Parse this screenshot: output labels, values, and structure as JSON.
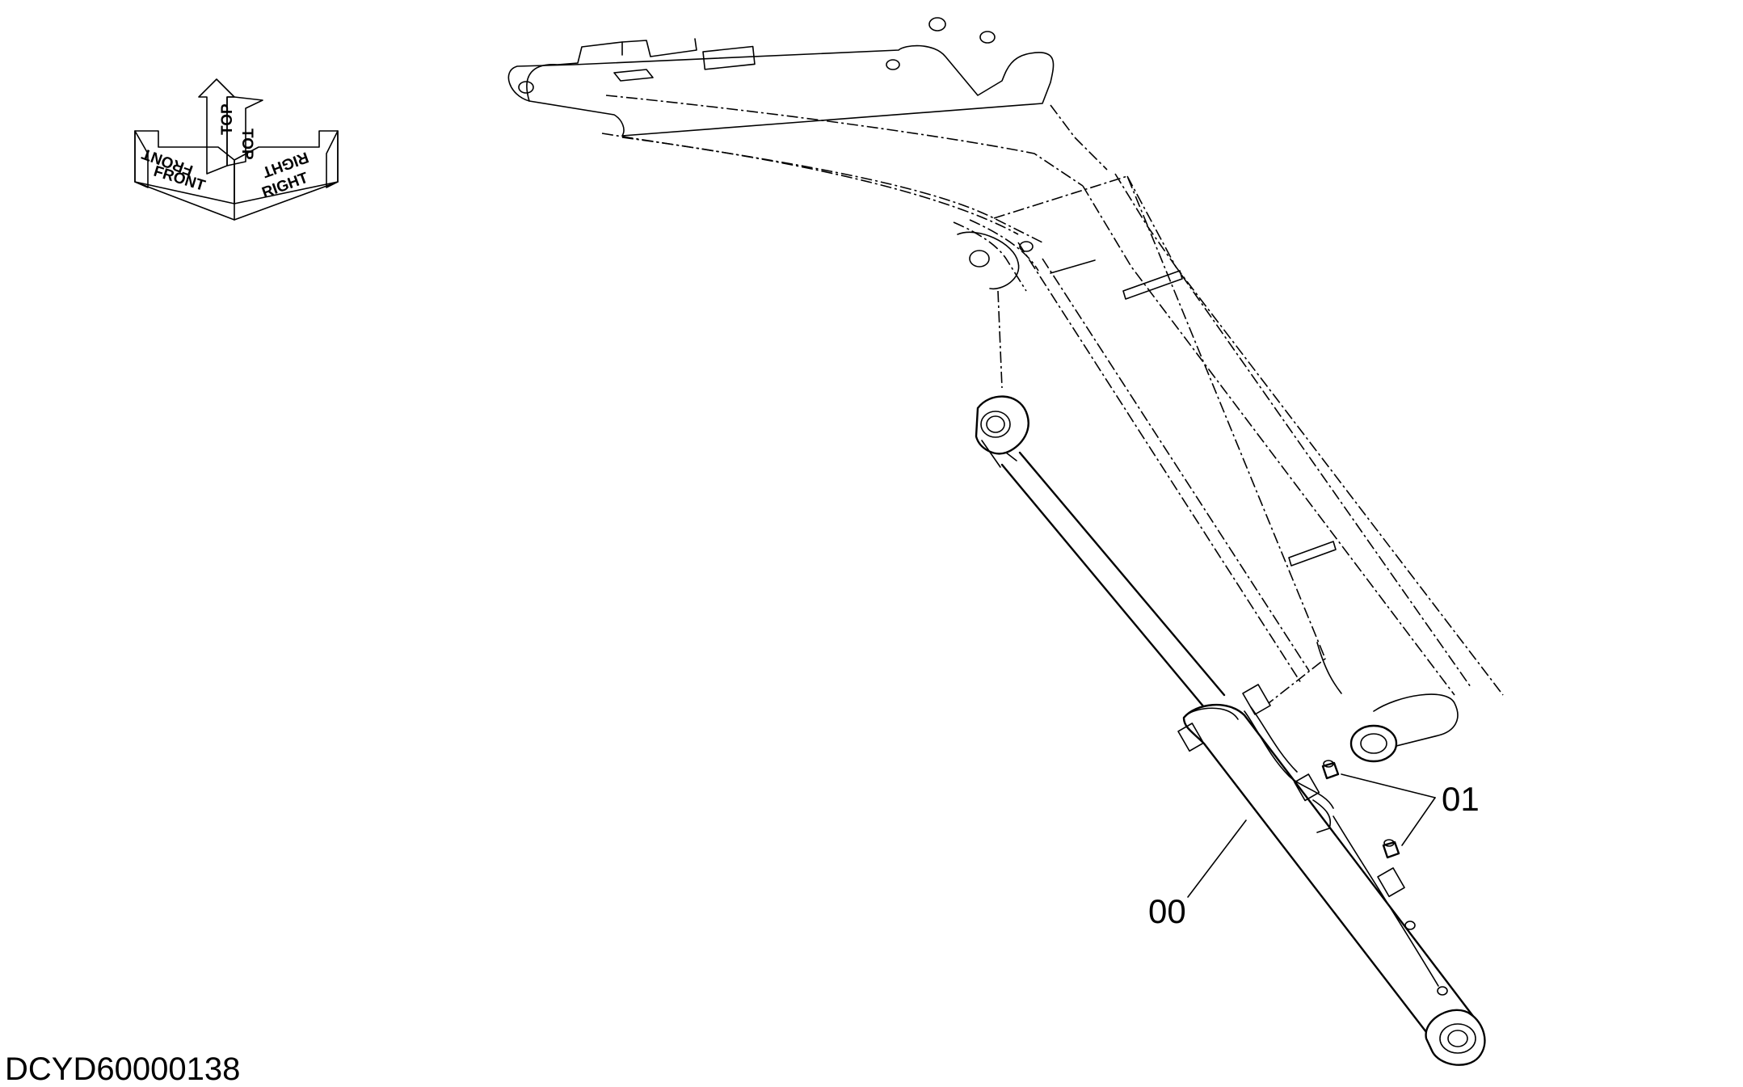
{
  "orientation": {
    "front": "FRONT",
    "front_mirror": "FRONT",
    "top": "TOP",
    "top_mirror": "TOP",
    "right": "RIGHT",
    "right_mirror": "RIGHT"
  },
  "callouts": {
    "part_01": "01",
    "part_00": "00"
  },
  "drawing_ref": "DCYD60000138"
}
